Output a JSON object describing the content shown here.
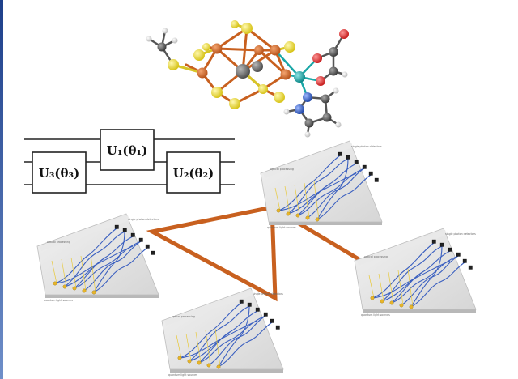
{
  "circuit": {
    "gates": [
      {
        "id": "u1",
        "label": "U₁(θ₁)"
      },
      {
        "id": "u3",
        "label": "U₃(θ₃)"
      },
      {
        "id": "u2",
        "label": "U₂(θ₂)"
      }
    ]
  },
  "colors": {
    "link": "#c8601f",
    "sulfur": "#e6d520",
    "iron": "#d0682a",
    "metal_center": "#707070",
    "cobalt": "#1aa7a7",
    "oxygen": "#e03a3a",
    "nitrogen": "#2f62c9",
    "carbon": "#606060",
    "hydrogen": "#e6e6e6",
    "waveguide": "#3a5fc0",
    "detector": "#222222"
  },
  "chips": {
    "labels": {
      "top": "single photon detectors",
      "left": "optical processing",
      "bottom": "quantum light sources"
    }
  }
}
